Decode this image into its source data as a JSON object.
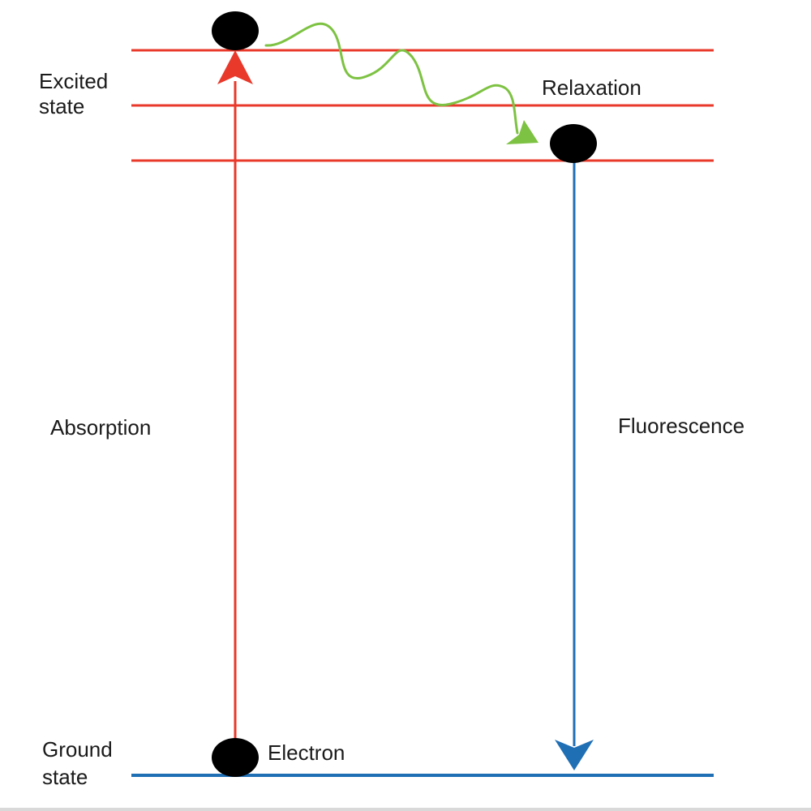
{
  "labels": {
    "excited_state_line1": "Excited",
    "excited_state_line2": "state",
    "relaxation": "Relaxation",
    "absorption": "Absorption",
    "fluorescence": "Fluorescence",
    "ground_state_line1": "Ground",
    "ground_state_line2": "state",
    "electron": "Electron"
  },
  "colors": {
    "excited_level": "#e8392b",
    "ground_level": "#1f6fb5",
    "absorption_arrow": "#e8392b",
    "fluorescence_arrow": "#1f6fb5",
    "relaxation_arrow": "#7dc242",
    "electron": "#000000",
    "text": "#1a1a1a"
  }
}
